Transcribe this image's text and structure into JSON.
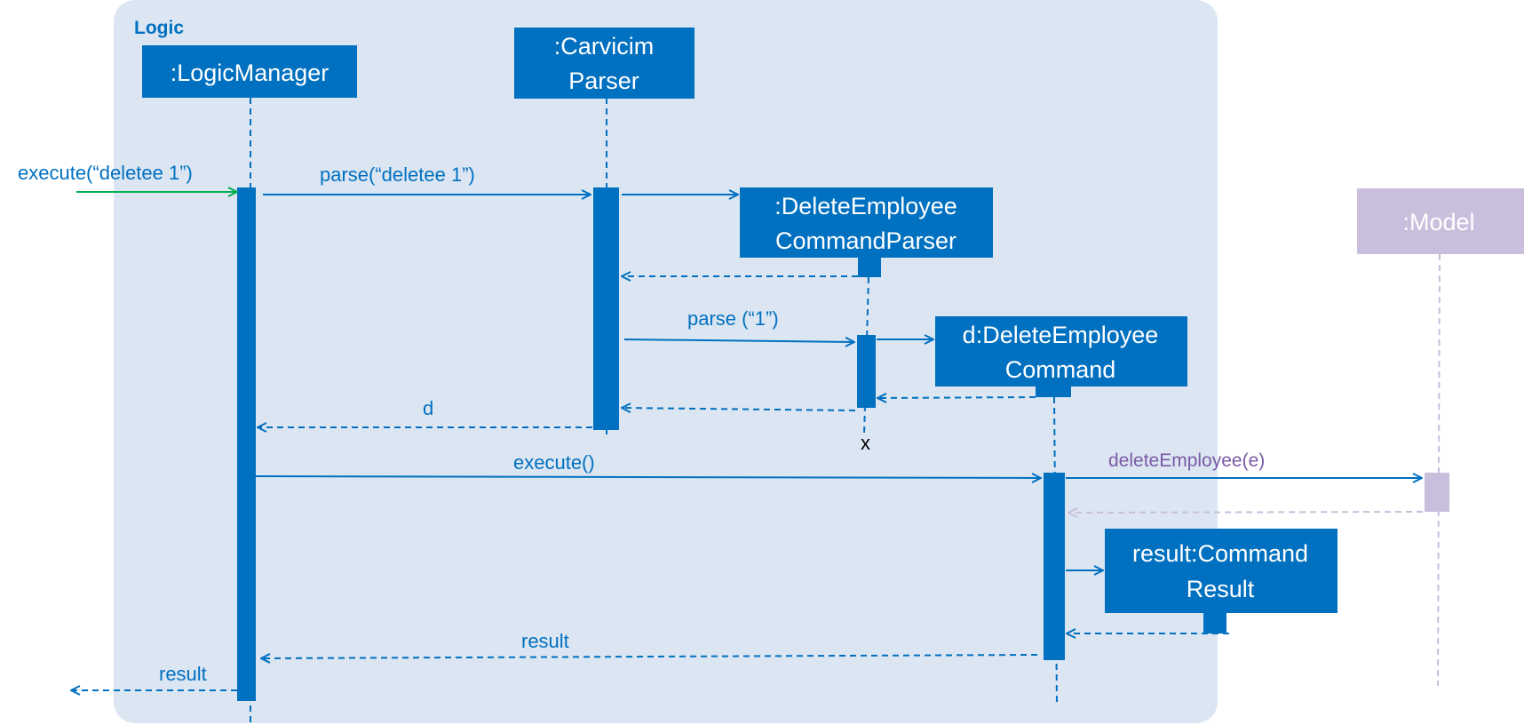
{
  "frame": {
    "label": "Logic"
  },
  "participants": {
    "logic_manager": {
      "line1": ":LogicManager"
    },
    "parser": {
      "line1": ":Carvicim",
      "line2": "Parser"
    },
    "delete_parser": {
      "line1": ":DeleteEmployee",
      "line2": "CommandParser"
    },
    "delete_command": {
      "line1": "d:DeleteEmployee",
      "line2": "Command"
    },
    "command_result": {
      "line1": "result:Command",
      "line2": "Result"
    },
    "model": {
      "line1": ":Model"
    }
  },
  "messages": {
    "execute_in": "execute(“deletee 1”)",
    "parse_call": "parse(“deletee 1”)",
    "parse_one": "parse (“1”)",
    "return_d": "d",
    "destroy_mark": "x",
    "execute_call": "execute()",
    "delete_employee": "deleteEmployee(e)",
    "result_return": "result",
    "result_out": "result"
  },
  "colors": {
    "primary": "#0070C0",
    "frame_bg": "#DCE6F2",
    "model": "#C9BEDC",
    "model_text": "#7A5AA6",
    "entry_arrow": "#00B050"
  }
}
